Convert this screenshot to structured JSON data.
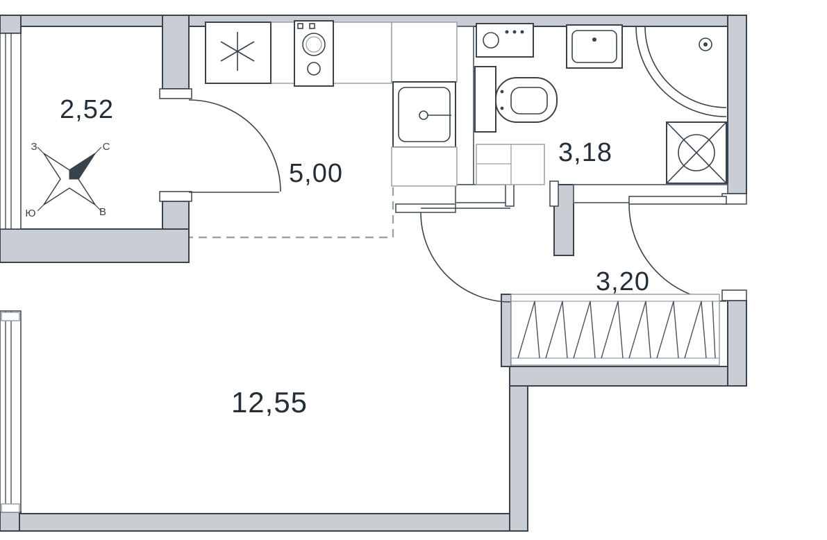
{
  "floorplan": {
    "rooms": [
      {
        "name": "balcony",
        "area": "2,52"
      },
      {
        "name": "kitchen",
        "area": "5,00"
      },
      {
        "name": "bathroom",
        "area": "3,18"
      },
      {
        "name": "hallway",
        "area": "3,20"
      },
      {
        "name": "living-room",
        "area": "12,55"
      }
    ],
    "compass": {
      "north": "С",
      "east": "В",
      "south": "Ю",
      "west": "З"
    },
    "colors": {
      "wall_fill": "#c9ced4",
      "line": "#39434d",
      "light_line": "#98a1a9",
      "dashed_line": "#9aa3ab",
      "background": "#ffffff",
      "label_text": "#242e38"
    },
    "fixtures": [
      "fridge",
      "stove",
      "kitchen-sink",
      "washing-machine",
      "toilet",
      "bathroom-cabinet",
      "washbasin",
      "shower-cabin",
      "ventilation-box",
      "wardrobe",
      "window",
      "balcony-door",
      "bathroom-door",
      "entry-door",
      "compass-rose"
    ]
  }
}
